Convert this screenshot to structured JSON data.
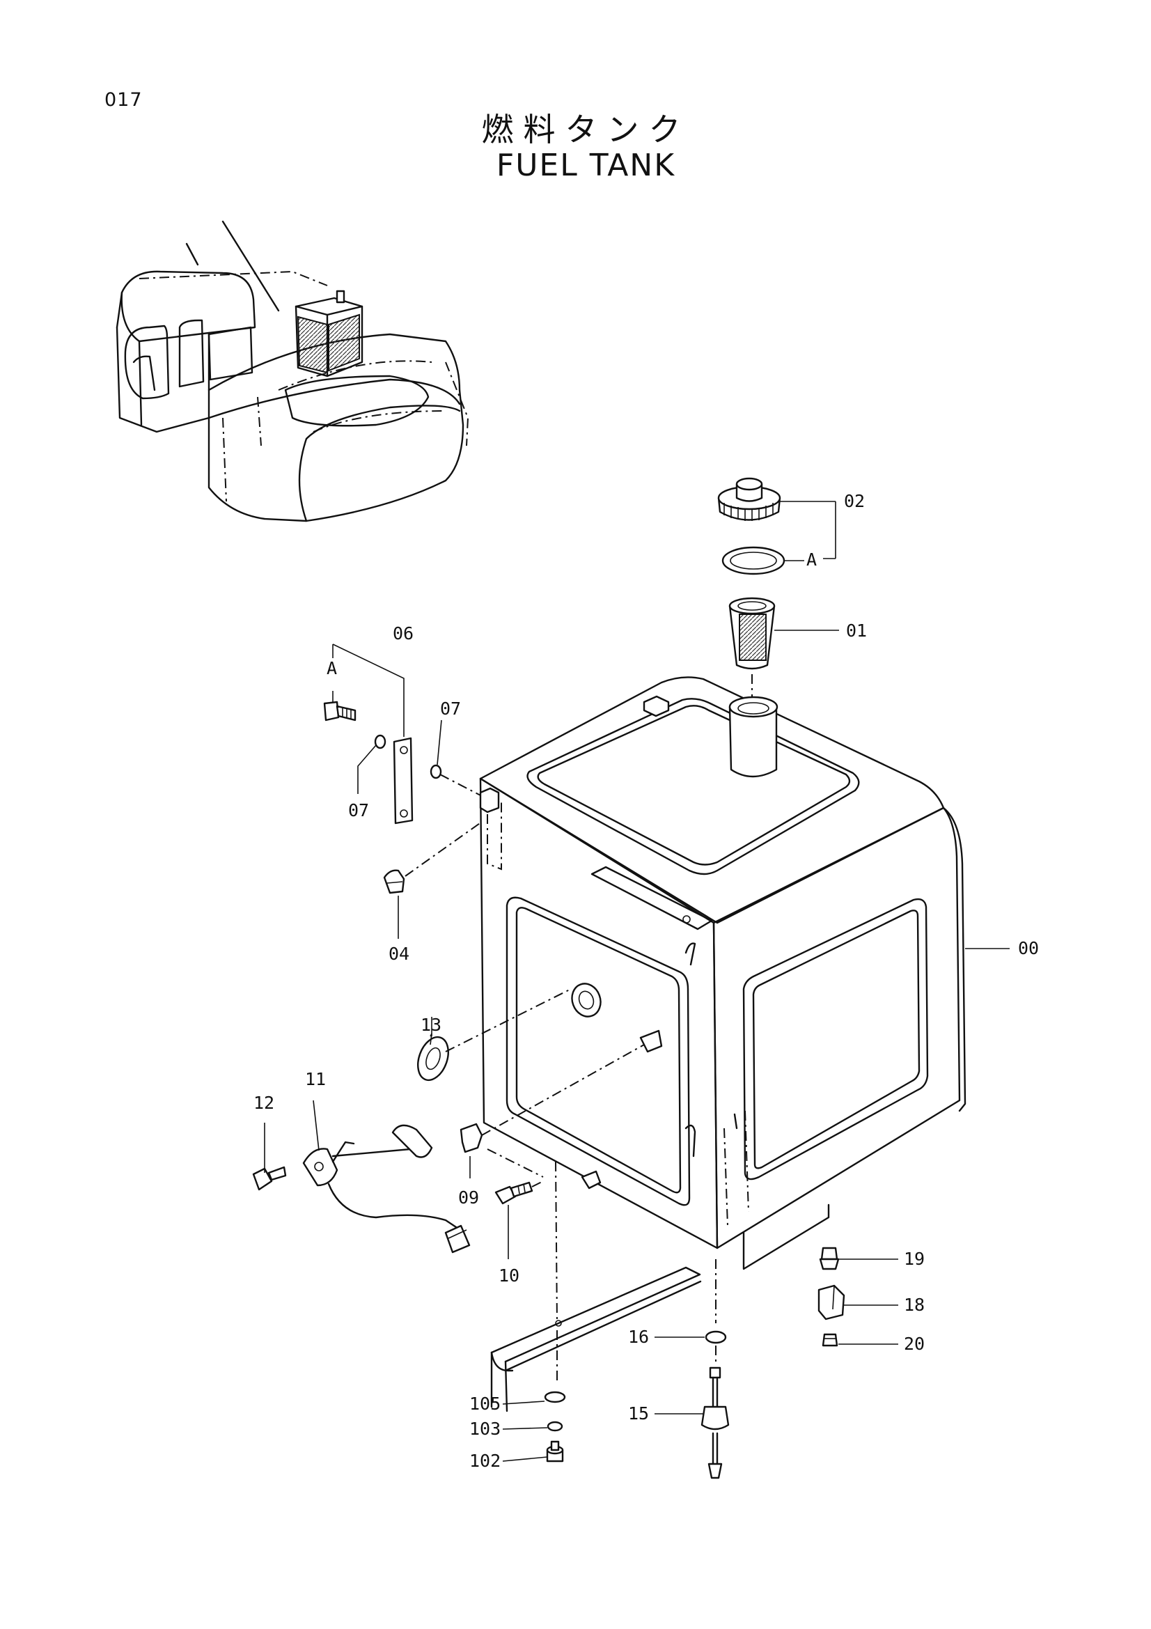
{
  "page_number": "017",
  "title_jp": "燃料タンク",
  "title_en": "FUEL TANK",
  "callouts": [
    {
      "id": "00"
    },
    {
      "id": "01"
    },
    {
      "id": "02"
    },
    {
      "id": "A"
    },
    {
      "id": "06"
    },
    {
      "id": "A"
    },
    {
      "id": "07"
    },
    {
      "id": "07"
    },
    {
      "id": "04"
    },
    {
      "id": "13"
    },
    {
      "id": "11"
    },
    {
      "id": "12"
    },
    {
      "id": "09"
    },
    {
      "id": "10"
    },
    {
      "id": "19"
    },
    {
      "id": "18"
    },
    {
      "id": "20"
    },
    {
      "id": "16"
    },
    {
      "id": "15"
    },
    {
      "id": "105"
    },
    {
      "id": "103"
    },
    {
      "id": "102"
    }
  ]
}
